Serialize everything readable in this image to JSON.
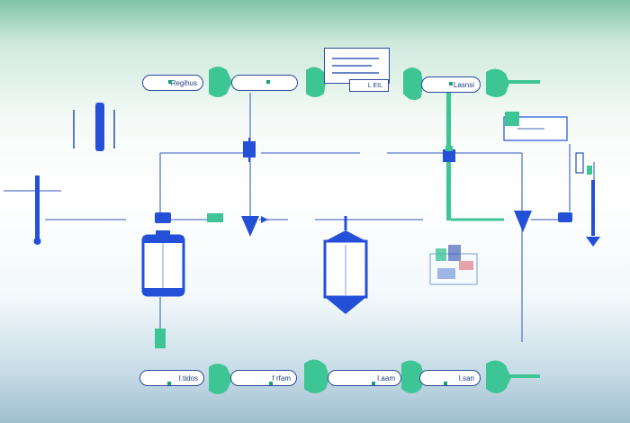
{
  "labels": {
    "top_tag_1": "Regihus",
    "top_doc_tag": "L EIL",
    "top_tag_3": "Lasnsi",
    "bottom_tag_1": "I.tidos",
    "bottom_tag_2": "f rfam",
    "bottom_tag_3": "I.aam",
    "bottom_tag_4": "I.san"
  },
  "colors": {
    "accent_blue": "#2450d8",
    "line_blue": "#2c4fb0",
    "accent_green": "#3ec596",
    "dark_navy": "#1c3a80"
  }
}
